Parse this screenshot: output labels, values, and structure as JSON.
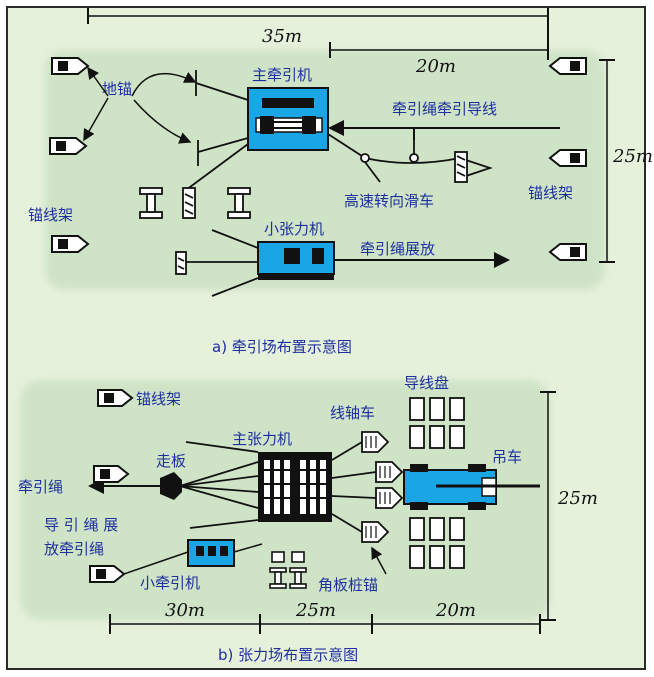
{
  "colors": {
    "background": "#e6f1dc",
    "halo": "#cfe3c6",
    "machine": "#1aa6e4",
    "label": "#1f2fa0",
    "line": "#111111"
  },
  "icons": [
    "anchor-frame-icon",
    "stake-anchor-icon",
    "pulley-icon",
    "wire-reel-icon",
    "crane-icon"
  ],
  "top": {
    "dim_35": "35m",
    "dim_20": "20m",
    "dim_25": "25m",
    "ground_anchor": "地锚",
    "main_puller": "主牵引机",
    "pilot_line": "牵引绳牵引导线",
    "high_speed_pulley": "高速转向滑车",
    "anchor_rack_left": "锚线架",
    "anchor_rack_right": "锚线架",
    "small_tensioner": "小张力机",
    "rope_release": "牵引绳展放",
    "caption": "a)  牵引场布置示意图"
  },
  "bottom": {
    "anchor_rack": "锚线架",
    "conductor_reel": "导线盘",
    "reel_stand": "线轴车",
    "main_tensioner": "主张力机",
    "running_board": "走板",
    "crane": "吊车",
    "pull_rope": "牵引绳",
    "guide_rope_line1": "导 引 绳 展",
    "guide_rope_line2": "放牵引绳",
    "small_puller": "小牵引机",
    "angle_anchor": "角板桩锚",
    "dim_30": "30m",
    "dim_25": "25m",
    "dim_20": "20m",
    "dim_25v": "25m",
    "caption": "b)  张力场布置示意图"
  }
}
